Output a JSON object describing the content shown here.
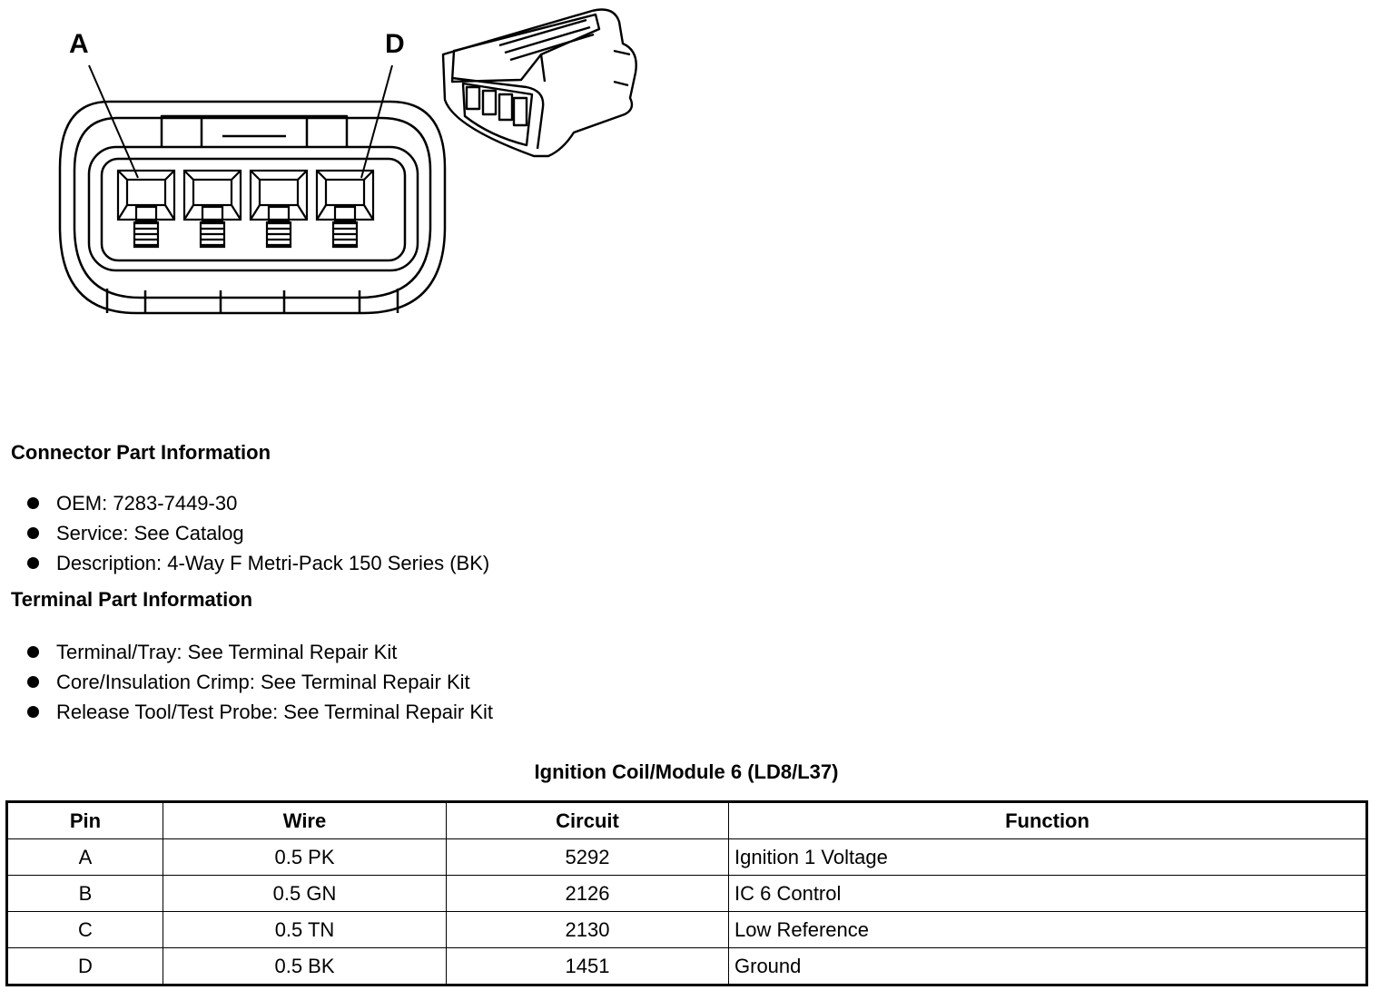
{
  "diagram": {
    "callouts": [
      "A",
      "D"
    ]
  },
  "connector_section": {
    "title": "Connector Part Information",
    "items": [
      "OEM: 7283-7449-30",
      "Service: See Catalog",
      "Description: 4-Way F Metri-Pack 150 Series (BK)"
    ]
  },
  "terminal_section": {
    "title": "Terminal Part Information",
    "items": [
      "Terminal/Tray: See Terminal Repair Kit",
      "Core/Insulation Crimp: See Terminal Repair Kit",
      "Release Tool/Test Probe: See Terminal Repair Kit"
    ]
  },
  "pin_table": {
    "title": "Ignition Coil/Module 6 (LD8/L37)",
    "headers": [
      "Pin",
      "Wire",
      "Circuit",
      "Function"
    ],
    "rows": [
      [
        "A",
        "0.5 PK",
        "5292",
        "Ignition 1 Voltage"
      ],
      [
        "B",
        "0.5 GN",
        "2126",
        "IC 6 Control"
      ],
      [
        "C",
        "0.5 TN",
        "2130",
        "Low Reference"
      ],
      [
        "D",
        "0.5 BK",
        "1451",
        "Ground"
      ]
    ]
  }
}
